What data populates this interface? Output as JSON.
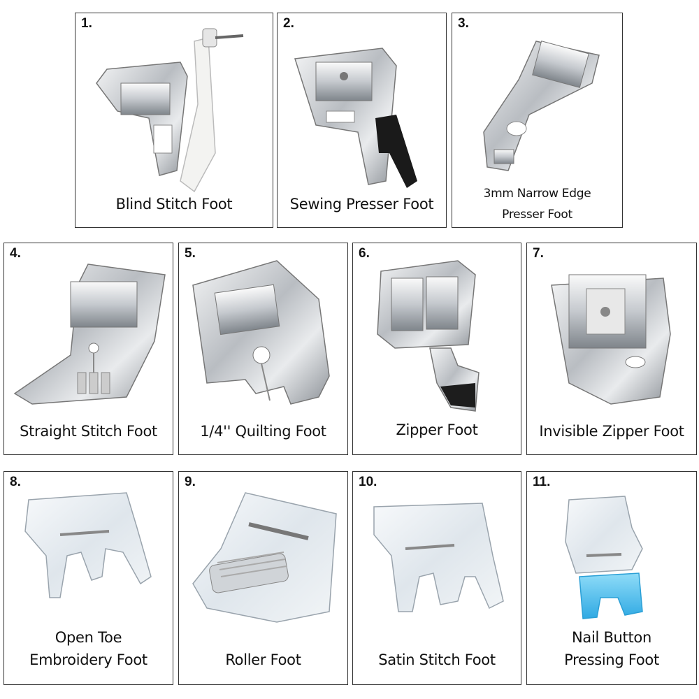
{
  "cards": [
    {
      "number": "1.",
      "caption": [
        "Blind Stitch Foot"
      ],
      "illustration": "blind-stitch-foot"
    },
    {
      "number": "2.",
      "caption": [
        "Sewing Presser Foot"
      ],
      "illustration": "sewing-presser-foot"
    },
    {
      "number": "3.",
      "caption": [
        "3mm Narrow Edge",
        "Presser Foot"
      ],
      "illustration": "narrow-edge-foot"
    },
    {
      "number": "4.",
      "caption": [
        "Straight Stitch Foot"
      ],
      "illustration": "straight-stitch-foot"
    },
    {
      "number": "5.",
      "caption": [
        "1/4'' Quilting Foot"
      ],
      "illustration": "quilting-foot"
    },
    {
      "number": "6.",
      "caption": [
        "Zipper Foot"
      ],
      "illustration": "zipper-foot"
    },
    {
      "number": "7.",
      "caption": [
        "Invisible Zipper Foot"
      ],
      "illustration": "invisible-zipper-foot"
    },
    {
      "number": "8.",
      "caption": [
        "Open Toe",
        "Embroidery  Foot"
      ],
      "illustration": "open-toe-foot"
    },
    {
      "number": "9.",
      "caption": [
        "Roller Foot"
      ],
      "illustration": "roller-foot"
    },
    {
      "number": "10.",
      "caption": [
        "Satin Stitch Foot"
      ],
      "illustration": "satin-stitch-foot"
    },
    {
      "number": "11.",
      "caption": [
        "Nail Button",
        "Pressing Foot"
      ],
      "illustration": "button-foot"
    }
  ],
  "colors": {
    "border": "#333333",
    "metal": "#c9ccd0",
    "clear": "#e3eaf0",
    "blue": "#49c2f0"
  }
}
